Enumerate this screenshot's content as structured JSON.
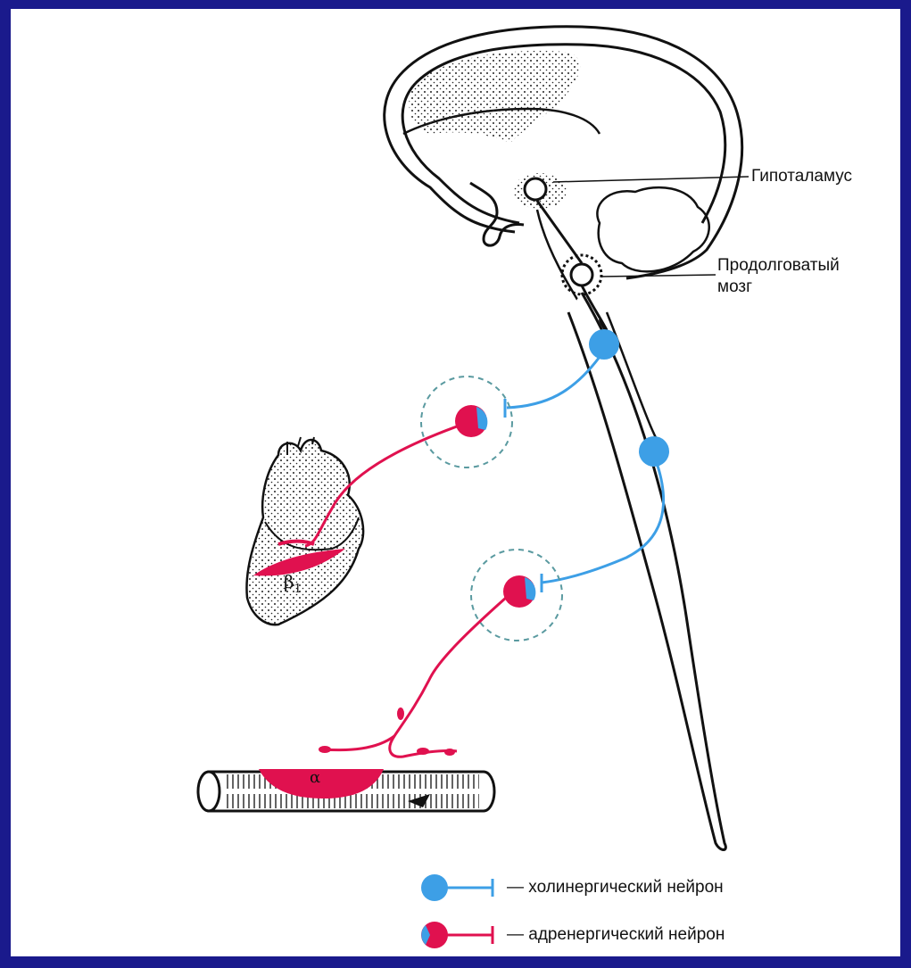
{
  "labels": {
    "hypothalamus": "Гипоталамус",
    "medulla_line1": "Продолговатый",
    "medulla_line2": "мозг",
    "beta": "β",
    "beta_sub": "1",
    "alpha": "α"
  },
  "legend": [
    {
      "text": "— холинергический нейрон",
      "neuron": "cholinergic"
    },
    {
      "text": "— адренергический нейрон",
      "neuron": "adrenergic"
    }
  ],
  "colors": {
    "cholinergic": "#3d9fe6",
    "adrenergic": "#e0114f",
    "frame": "#1a1a8c",
    "ganglion_ring": "#5a9aa0",
    "ink": "#111111"
  }
}
